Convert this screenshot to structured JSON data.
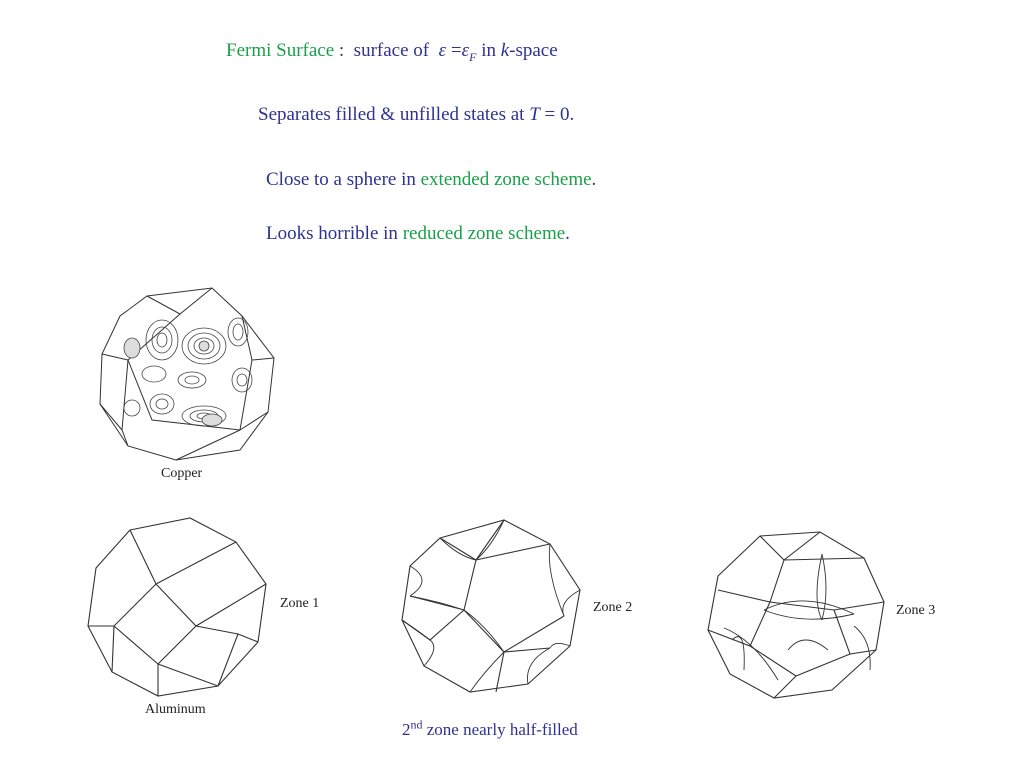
{
  "header": {
    "fermi_surface": "Fermi Surface",
    "colon_text": " :  surface of  ",
    "epsilon": "ε",
    "equals": " =",
    "epsilon_f": "ε",
    "sub_f": "F",
    "in_text": " in ",
    "k_italic": "k",
    "space_text": "-space"
  },
  "line2": {
    "prefix": "Separates filled & unfilled states at ",
    "t_italic": "T",
    "suffix": " = 0."
  },
  "line3": {
    "prefix": "Close to a sphere in ",
    "green_term": "extended zone scheme",
    "suffix": "."
  },
  "line4": {
    "prefix": "Looks horrible in ",
    "green_term": "reduced zone scheme",
    "suffix": "."
  },
  "figures": {
    "copper_label": "Copper",
    "aluminum_label": "Aluminum",
    "zone1_label": "Zone 1",
    "zone2_label": "Zone 2",
    "zone3_label": "Zone 3"
  },
  "bottom_caption": {
    "number": "2",
    "superscript": "nd",
    "text": " zone nearly half-filled"
  },
  "colors": {
    "blue_text": "#2e3192",
    "green_text": "#1aa04a"
  }
}
